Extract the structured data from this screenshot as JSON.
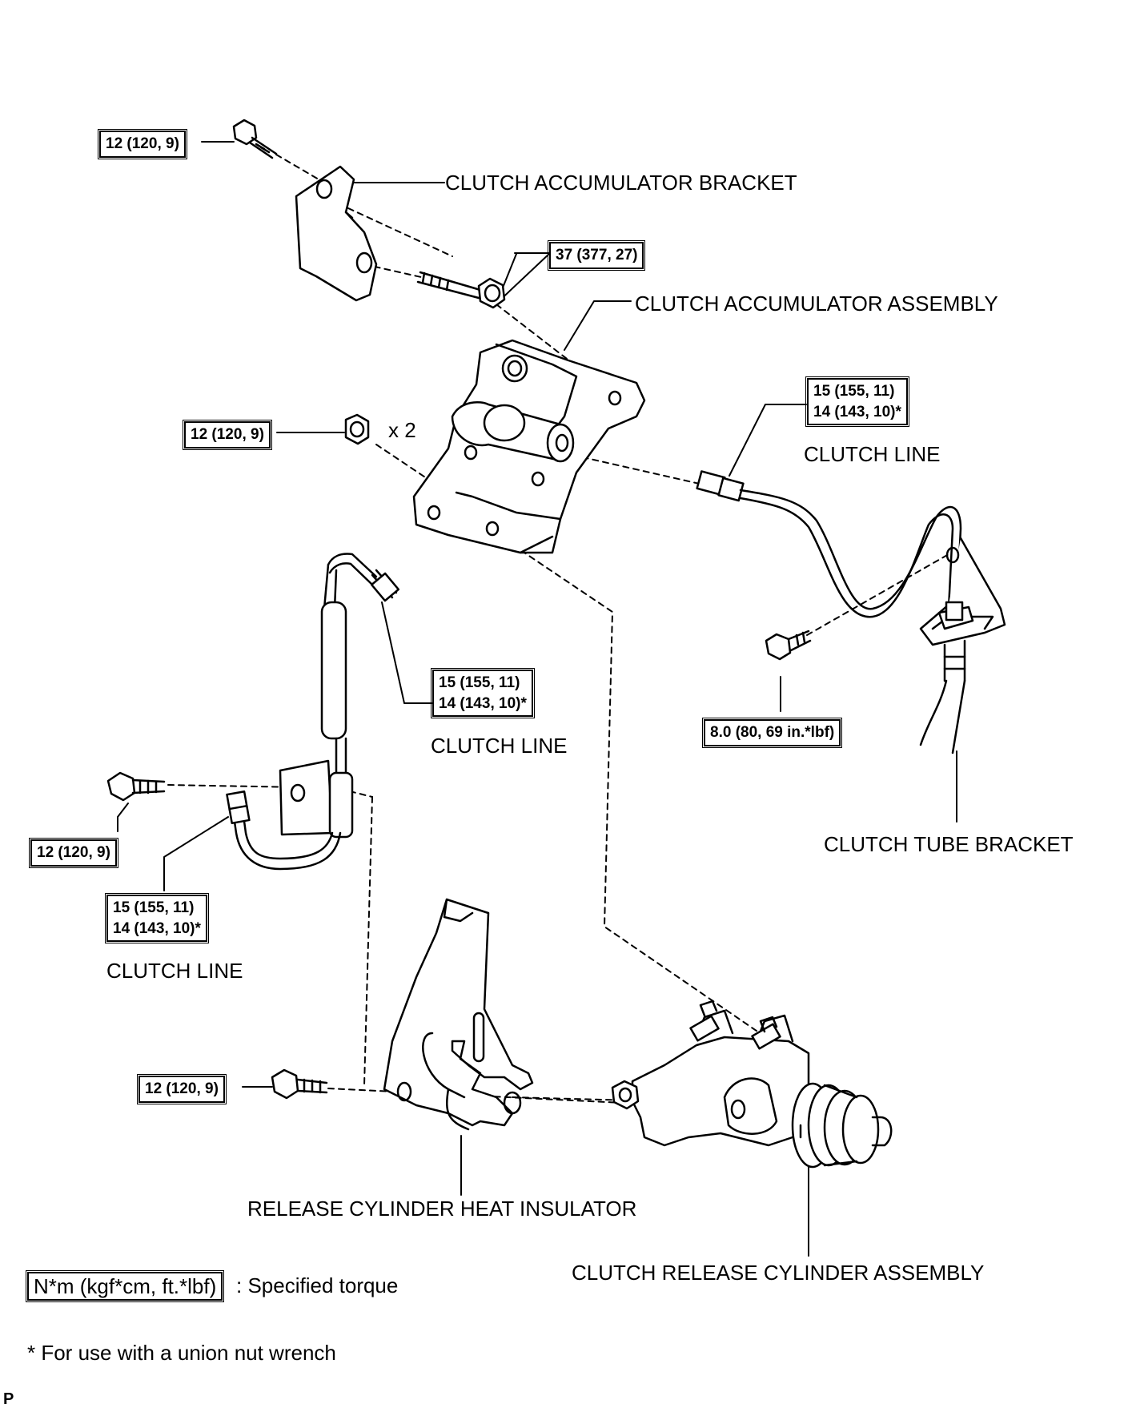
{
  "torque_labels": {
    "t1": "12 (120, 9)",
    "t2": "37 (377, 27)",
    "t3": "12 (120, 9)",
    "t4_line1": "15 (155, 11)",
    "t4_line2": "14 (143, 10)*",
    "t5_line1": "15 (155, 11)",
    "t5_line2": "14 (143, 10)*",
    "t6": "8.0 (80, 69 in.*lbf)",
    "t7": "12 (120, 9)",
    "t8_line1": "15 (155, 11)",
    "t8_line2": "14 (143, 10)*",
    "t9": "12 (120, 9)"
  },
  "part_labels": {
    "accumulator_bracket": "CLUTCH ACCUMULATOR BRACKET",
    "accumulator_assembly": "CLUTCH ACCUMULATOR ASSEMBLY",
    "clutch_line_right": "CLUTCH LINE",
    "clutch_line_middle": "CLUTCH LINE",
    "clutch_line_left": "CLUTCH LINE",
    "tube_bracket": "CLUTCH TUBE BRACKET",
    "heat_insulator": "RELEASE CYLINDER HEAT INSULATOR",
    "release_cylinder": "CLUTCH RELEASE CYLINDER ASSEMBLY",
    "quantity": "x 2"
  },
  "legend": {
    "unit_box": "N*m (kgf*cm, ft.*lbf)",
    "unit_text": ": Specified torque",
    "footnote": "* For use with a union nut wrench",
    "corner_mark": "P"
  }
}
